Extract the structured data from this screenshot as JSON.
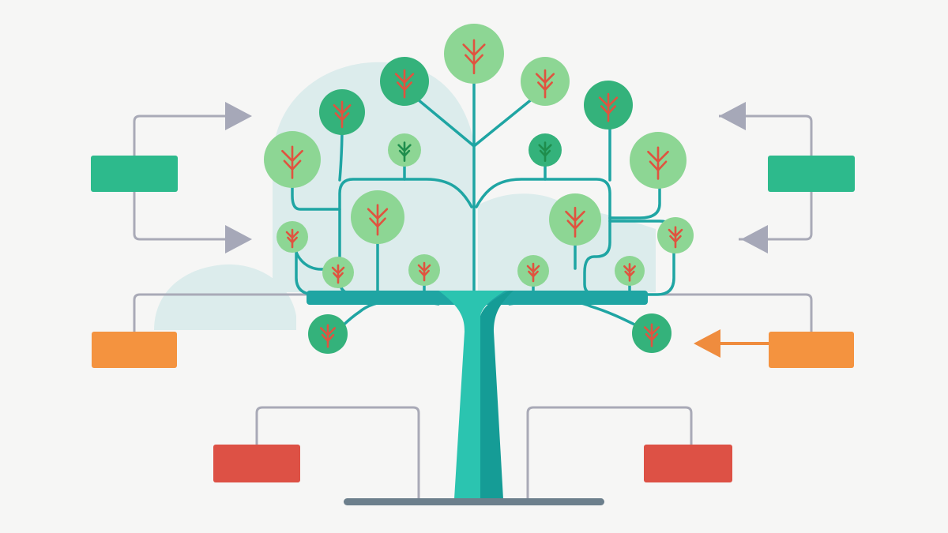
{
  "colors": {
    "background": "#f6f6f5",
    "cloud": "#dcecec",
    "trunk_light": "#2bc4b0",
    "trunk_dark": "#159c96",
    "branch": "#1fa5a3",
    "ground": "#6c7f8c",
    "leaf_light": "#8dd694",
    "leaf_dark": "#34b27b",
    "twig_red": "#e0533f",
    "twig_green": "#1f8e4d",
    "connector_gray": "#a9aab7",
    "arrow_gray": "#a6a8b8",
    "arrow_orange": "#ef8c3e",
    "box_green": "#2dba8c",
    "box_orange": "#f4933f",
    "box_red": "#dd5145"
  },
  "boxes": [
    {
      "id": "left-green-box",
      "color": "box_green"
    },
    {
      "id": "right-green-box",
      "color": "box_green"
    },
    {
      "id": "left-orange-box",
      "color": "box_orange"
    },
    {
      "id": "right-orange-box",
      "color": "box_orange"
    },
    {
      "id": "left-red-box",
      "color": "box_red"
    },
    {
      "id": "right-red-box",
      "color": "box_red"
    }
  ],
  "arrows": [
    {
      "id": "left-top-arrow",
      "direction": "right",
      "color": "arrow_gray"
    },
    {
      "id": "left-middle-arrow",
      "direction": "right",
      "color": "arrow_gray"
    },
    {
      "id": "right-top-arrow",
      "direction": "left",
      "color": "arrow_gray"
    },
    {
      "id": "right-middle-arrow",
      "direction": "left",
      "color": "arrow_gray"
    },
    {
      "id": "right-orange-arrow",
      "direction": "left",
      "color": "arrow_orange"
    }
  ],
  "leaves": [
    {
      "id": "leaf-top-center",
      "fill": "leaf_light",
      "twig": "twig_red"
    },
    {
      "id": "leaf-upper-left-1",
      "fill": "leaf_dark",
      "twig": "twig_red"
    },
    {
      "id": "leaf-upper-left-2",
      "fill": "leaf_dark",
      "twig": "twig_red"
    },
    {
      "id": "leaf-upper-right-1",
      "fill": "leaf_light",
      "twig": "twig_red"
    },
    {
      "id": "leaf-upper-right-2",
      "fill": "leaf_dark",
      "twig": "twig_red"
    },
    {
      "id": "leaf-left-large",
      "fill": "leaf_light",
      "twig": "twig_red"
    },
    {
      "id": "leaf-left-bud",
      "fill": "leaf_light",
      "twig": "twig_green"
    },
    {
      "id": "leaf-right-bud",
      "fill": "leaf_dark",
      "twig": "twig_green"
    },
    {
      "id": "leaf-right-large",
      "fill": "leaf_light",
      "twig": "twig_red"
    },
    {
      "id": "leaf-left-small",
      "fill": "leaf_light",
      "twig": "twig_red"
    },
    {
      "id": "leaf-inner-left",
      "fill": "leaf_light",
      "twig": "twig_red"
    },
    {
      "id": "leaf-inner-right",
      "fill": "leaf_light",
      "twig": "twig_red"
    },
    {
      "id": "leaf-right-small",
      "fill": "leaf_light",
      "twig": "twig_red"
    },
    {
      "id": "leaf-low-left-1",
      "fill": "leaf_light",
      "twig": "twig_red"
    },
    {
      "id": "leaf-low-left-2",
      "fill": "leaf_light",
      "twig": "twig_red"
    },
    {
      "id": "leaf-low-right-1",
      "fill": "leaf_light",
      "twig": "twig_red"
    },
    {
      "id": "leaf-low-right-2",
      "fill": "leaf_light",
      "twig": "twig_red"
    },
    {
      "id": "leaf-bottom-left",
      "fill": "leaf_dark",
      "twig": "twig_red"
    },
    {
      "id": "leaf-bottom-right",
      "fill": "leaf_dark",
      "twig": "twig_red"
    }
  ]
}
